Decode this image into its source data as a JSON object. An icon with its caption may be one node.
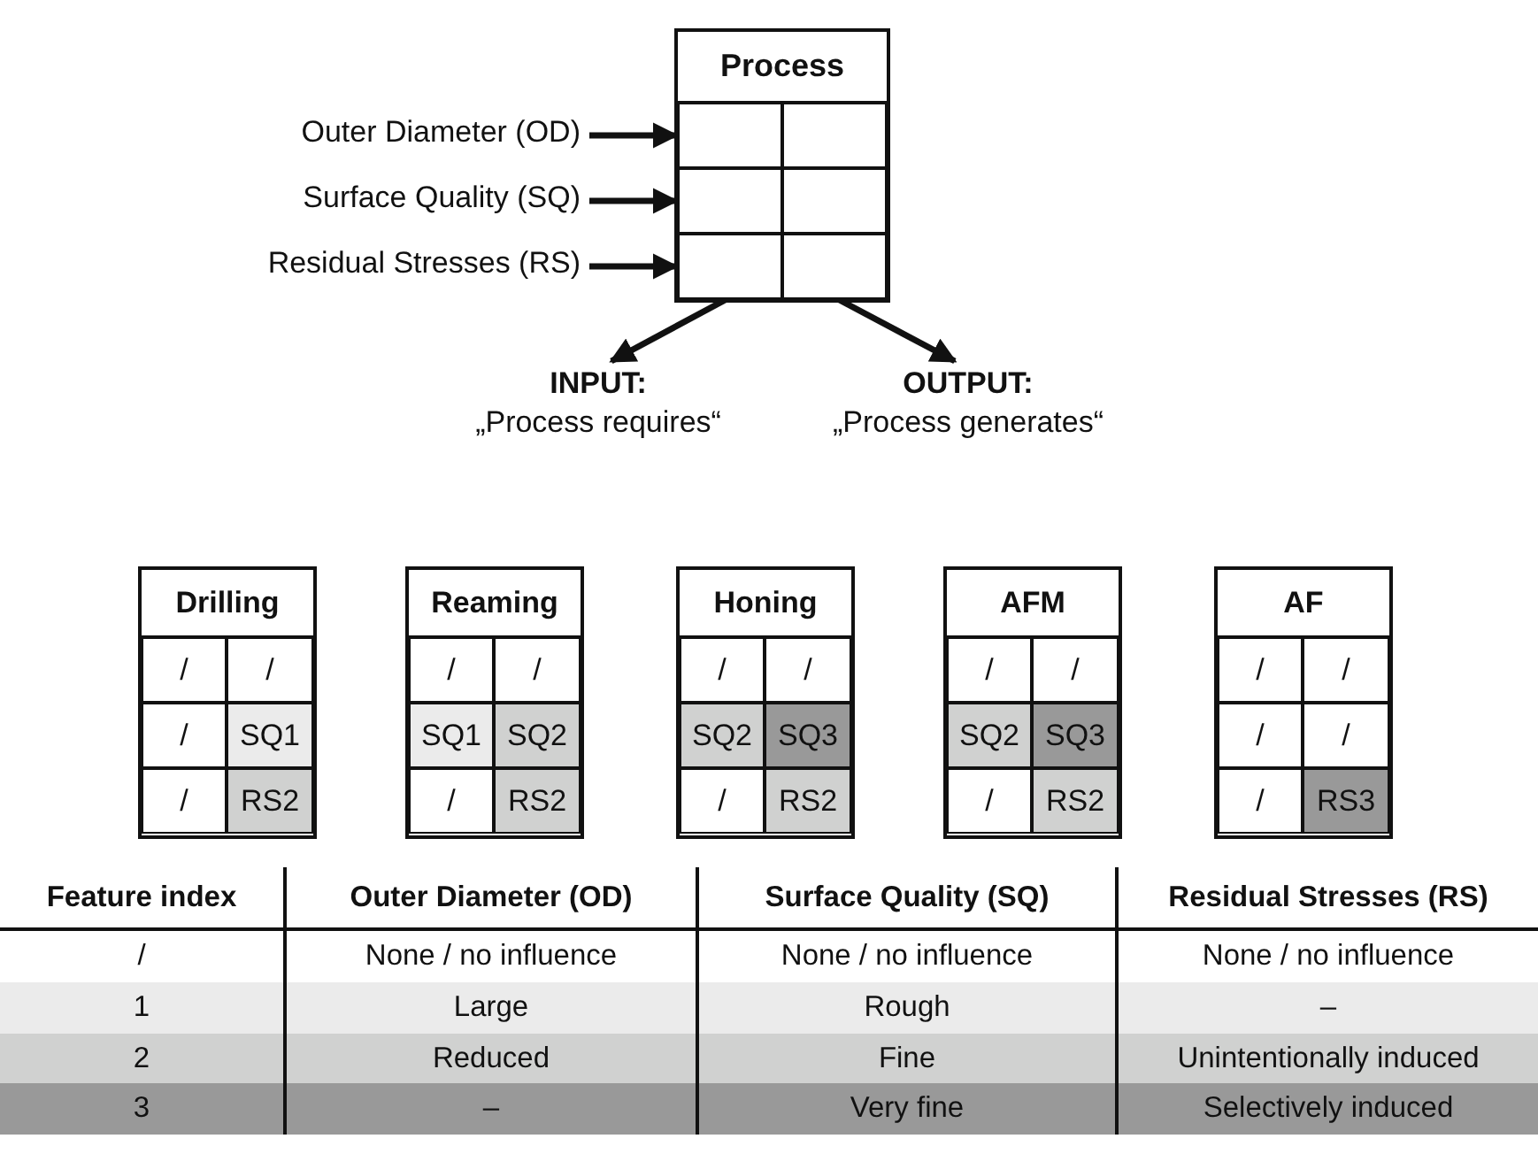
{
  "diagram": {
    "nodes": [
      {
        "text": [
          "Process"
        ]
      },
      {
        "text": [],
        "shape": "box",
        "in": 0
      },
      {
        "text": [],
        "shape": "box",
        "in": 0
      },
      {
        "text": [],
        "shape": "box",
        "in": 0
      },
      {
        "text": [],
        "shape": "box",
        "in": 0
      },
      {
        "text": [],
        "shape": "box",
        "in": 0
      },
      {
        "text": [],
        "shape": "box",
        "in": 0
      },
      {
        "text": [
          "Outer Diameter (OD)"
        ]
      },
      {
        "text": [
          "Surface Quality (SQ)"
        ]
      },
      {
        "text": [
          "Residual Stresses (RS)"
        ]
      },
      {
        "text": [
          "INPUT:",
          "„Process requires“"
        ]
      },
      {
        "text": [
          "OUTPUT:",
          "„Process generates“"
        ]
      },
      {
        "text": [
          "Drilling"
        ]
      },
      {
        "text": [
          "/"
        ],
        "in": 12
      },
      {
        "text": [
          "/"
        ],
        "in": 12
      },
      {
        "text": [
          "/"
        ],
        "in": 12
      },
      {
        "text": [
          "SQ1"
        ],
        "in": 12
      },
      {
        "text": [
          "/"
        ],
        "in": 12
      },
      {
        "text": [
          "RS2"
        ],
        "in": 12
      },
      {
        "text": [
          "Reaming"
        ]
      },
      {
        "text": [
          "/"
        ],
        "in": 19
      },
      {
        "text": [
          "/"
        ],
        "in": 19
      },
      {
        "text": [
          "SQ1"
        ],
        "in": 19
      },
      {
        "text": [
          "SQ2"
        ],
        "in": 19
      },
      {
        "text": [
          "/"
        ],
        "in": 19
      },
      {
        "text": [
          "RS2"
        ],
        "in": 19
      },
      {
        "text": [
          "Honing"
        ]
      },
      {
        "text": [
          "/"
        ],
        "in": 26
      },
      {
        "text": [
          "/"
        ],
        "in": 26
      },
      {
        "text": [
          "SQ2"
        ],
        "in": 26
      },
      {
        "text": [
          "SQ3"
        ],
        "in": 26
      },
      {
        "text": [
          "/"
        ],
        "in": 26
      },
      {
        "text": [
          "RS2"
        ],
        "in": 26
      },
      {
        "text": [
          "AFM"
        ]
      },
      {
        "text": [
          "/"
        ],
        "in": 33
      },
      {
        "text": [
          "/"
        ],
        "in": 33
      },
      {
        "text": [
          "SQ2"
        ],
        "in": 33
      },
      {
        "text": [
          "SQ3"
        ],
        "in": 33
      },
      {
        "text": [
          "/"
        ],
        "in": 33
      },
      {
        "text": [
          "RS2"
        ],
        "in": 33
      },
      {
        "text": [
          "AF"
        ]
      },
      {
        "text": [
          "/"
        ],
        "in": 40
      },
      {
        "text": [
          "/"
        ],
        "in": 40
      },
      {
        "text": [
          "/"
        ],
        "in": 40
      },
      {
        "text": [
          "/"
        ],
        "in": 40
      },
      {
        "text": [
          "/"
        ],
        "in": 40
      },
      {
        "text": [
          "RS3"
        ],
        "in": 40
      }
    ],
    "edges": [
      {
        "from": 7,
        "to": 1,
        "arrow": "to"
      },
      {
        "from": 8,
        "to": 3,
        "arrow": "to"
      },
      {
        "from": 9,
        "to": 5,
        "arrow": "to"
      },
      {
        "from": 5,
        "to": 10,
        "arrow": "to"
      },
      {
        "from": 6,
        "to": 11,
        "arrow": "to"
      }
    ],
    "labels": [
      "Feature index",
      "Outer Diameter (OD)",
      "Surface Quality (SQ)",
      "Residual Stresses (RS)",
      "/",
      "None / no influence",
      "None / no influence",
      "None / no influence",
      "1",
      "Large",
      "Rough",
      "–",
      "2",
      "Reduced",
      "Fine",
      "Unintentionally induced",
      "3",
      "–",
      "Very fine",
      "Selectively induced"
    ]
  }
}
